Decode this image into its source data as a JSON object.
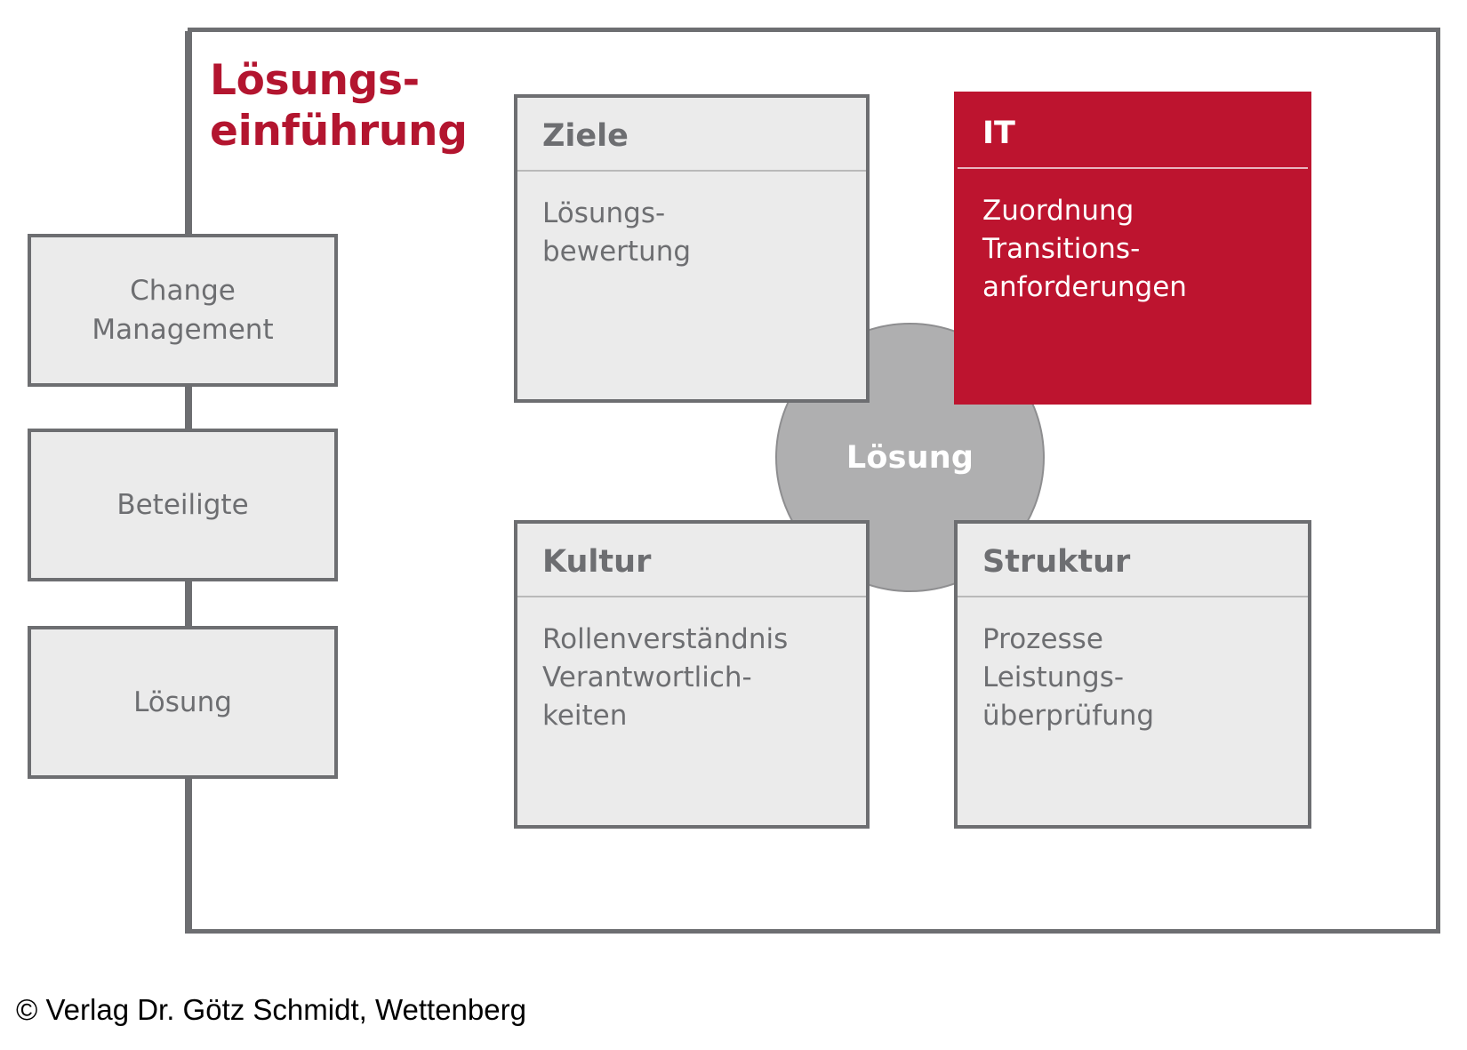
{
  "diagram": {
    "title": "Lösungs-\neinführung",
    "title_color": "#B3152F",
    "frame_color": "#6D6E71",
    "center": {
      "label": "Lösung",
      "color": "#AFAFB0"
    },
    "flow_items": [
      {
        "label": "Change\nManagement"
      },
      {
        "label": "Beteiligte"
      },
      {
        "label": "Lösung"
      }
    ],
    "cards": [
      {
        "header": "Ziele",
        "body": "Lösungs-\nbewertung",
        "highlight": false,
        "bg": "#EBEBEB",
        "text": "#6D6E71"
      },
      {
        "header": "IT",
        "body": "Zuordnung\nTransitions-\nanforderungen",
        "highlight": true,
        "bg": "#BD142F",
        "text": "#FFFFFF"
      },
      {
        "header": "Kultur",
        "body": "Rollenverständnis\nVerantwortlich-\nkeiten",
        "highlight": false,
        "bg": "#EBEBEB",
        "text": "#6D6E71"
      },
      {
        "header": "Struktur",
        "body": "Prozesse\nLeistungs-\nüberprüfung",
        "highlight": false,
        "bg": "#EBEBEB",
        "text": "#6D6E71"
      }
    ]
  },
  "footer": {
    "copyright": "© Verlag Dr. Götz Schmidt, Wettenberg"
  }
}
